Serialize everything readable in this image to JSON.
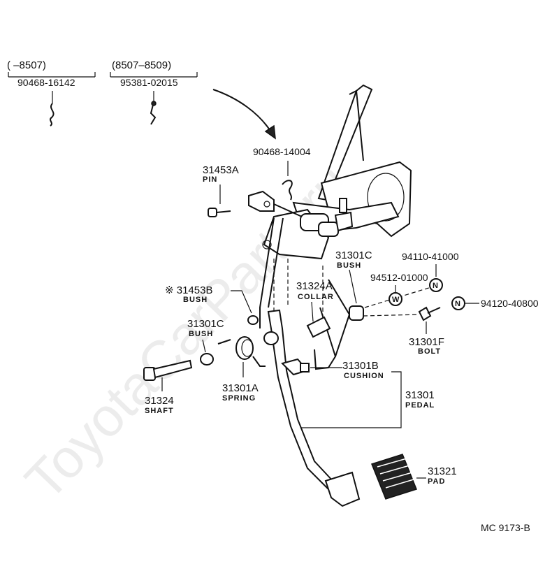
{
  "watermark": "ToyotaCarParts.ru",
  "drawing_code": "MC 9173-B",
  "range_left": {
    "range": "(      –8507)",
    "part_no": "90468-16142"
  },
  "range_right": {
    "range": "(8507–8509)",
    "part_no": "95381-02015"
  },
  "parts": {
    "clip_14004": {
      "part_no": "90468-14004"
    },
    "pin": {
      "part_no": "31453A",
      "name": "PIN"
    },
    "bush_31453b": {
      "part_no": "※ 31453B",
      "name": "BUSH"
    },
    "bush_31301c_right": {
      "part_no": "31301C",
      "name": "BUSH"
    },
    "bush_31301c_left": {
      "part_no": "31301C",
      "name": "BUSH"
    },
    "collar": {
      "part_no": "31324A",
      "name": "COLLAR"
    },
    "nut": {
      "part_no": "94110-41000",
      "symbol": "N"
    },
    "washer": {
      "part_no": "94512-01000",
      "symbol": "W"
    },
    "nut2": {
      "part_no": "94120-40800",
      "symbol": "N"
    },
    "bolt": {
      "part_no": "31301F",
      "name": "BOLT"
    },
    "cushion": {
      "part_no": "31301B",
      "name": "CUSHION"
    },
    "pedal": {
      "part_no": "31301",
      "name": "PEDAL"
    },
    "spring": {
      "part_no": "31301A",
      "name": "SPRING"
    },
    "shaft": {
      "part_no": "31324",
      "name": "SHAFT"
    },
    "pad": {
      "part_no": "31321",
      "name": "PAD"
    }
  }
}
